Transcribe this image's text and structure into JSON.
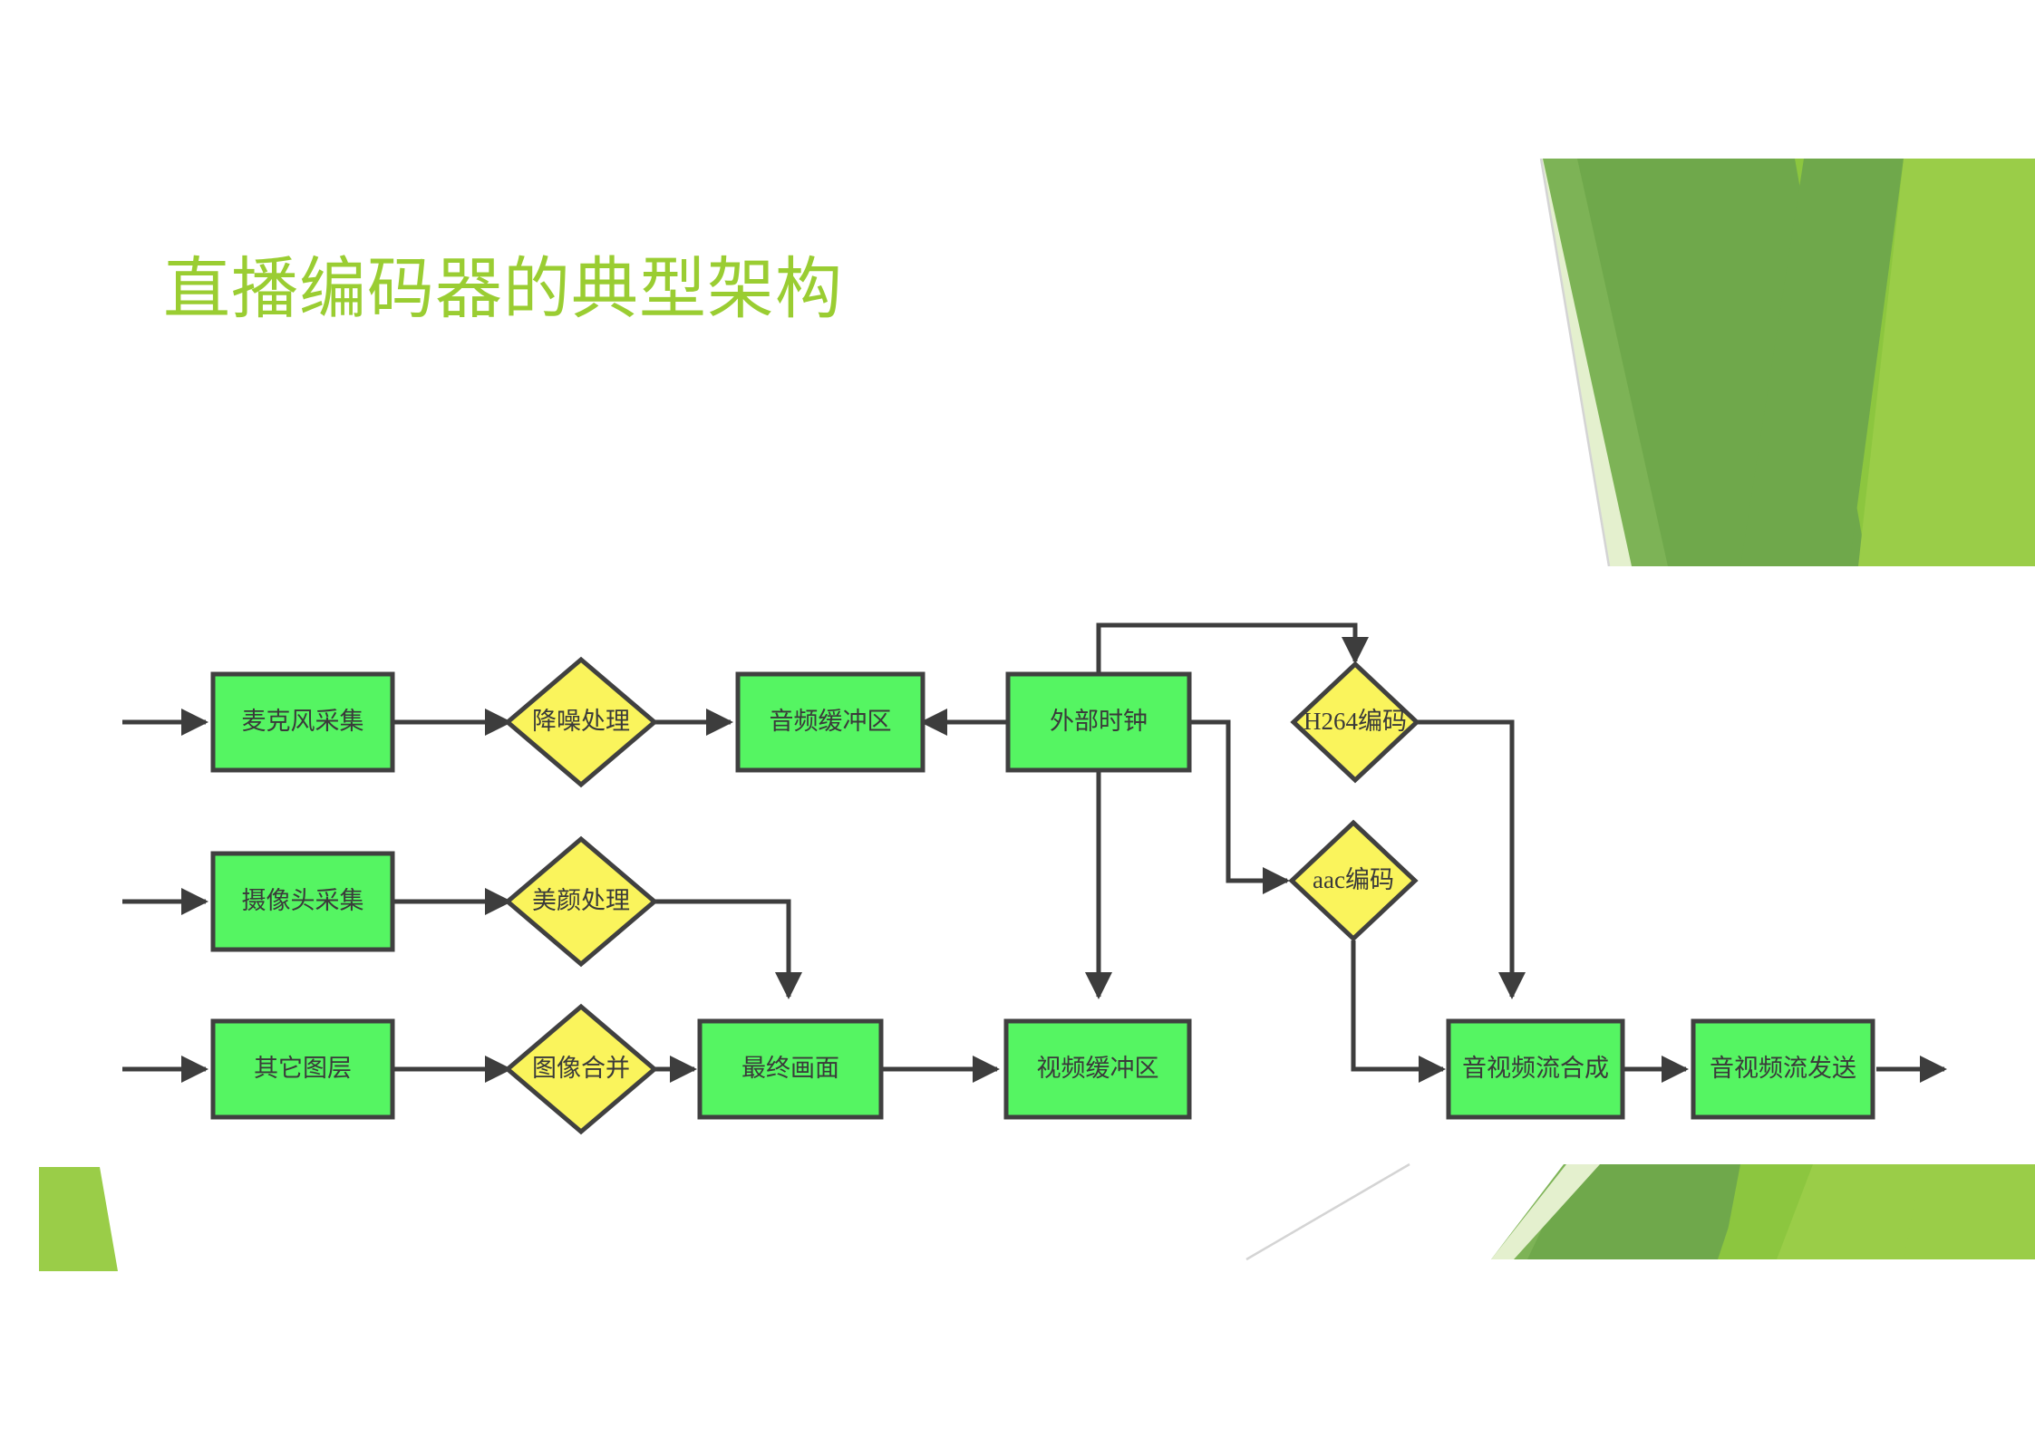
{
  "slide": {
    "title": "直播编码器的典型架构",
    "title_color": "#9ACD32",
    "background_color": "#ffffff"
  },
  "palette": {
    "process_fill": "#55F562",
    "decision_fill": "#FAF45C",
    "node_stroke": "#404040",
    "edge_stroke": "#3d3d3d",
    "deco_dark_green": "#6FA84B",
    "deco_mid_green": "#7DB356",
    "deco_light_green": "#8CC63F",
    "deco_bright_green": "#9ACD48",
    "deco_pale_green": "#E4F0CE",
    "deco_line_gray": "#d4d4d4"
  },
  "chart_data": {
    "type": "diagram",
    "title": "直播编码器的典型架构",
    "nodes": [
      {
        "id": "mic",
        "label": "麦克风采集",
        "shape": "rect",
        "row": 1,
        "col": 1
      },
      {
        "id": "denoise",
        "label": "降噪处理",
        "shape": "diamond",
        "row": 1,
        "col": 2
      },
      {
        "id": "audio_buf",
        "label": "音频缓冲区",
        "shape": "rect",
        "row": 1,
        "col": 3
      },
      {
        "id": "ext_clock",
        "label": "外部时钟",
        "shape": "rect",
        "row": 1,
        "col": 4
      },
      {
        "id": "h264",
        "label": "H264编码",
        "shape": "diamond",
        "row": 1,
        "col": 5
      },
      {
        "id": "camera",
        "label": "摄像头采集",
        "shape": "rect",
        "row": 2,
        "col": 1
      },
      {
        "id": "beauty",
        "label": "美颜处理",
        "shape": "diamond",
        "row": 2,
        "col": 2
      },
      {
        "id": "aac",
        "label": "aac编码",
        "shape": "diamond",
        "row": 2,
        "col": 5
      },
      {
        "id": "other_layer",
        "label": "其它图层",
        "shape": "rect",
        "row": 3,
        "col": 1
      },
      {
        "id": "img_merge",
        "label": "图像合并",
        "shape": "diamond",
        "row": 3,
        "col": 2
      },
      {
        "id": "final_frame",
        "label": "最终画面",
        "shape": "rect",
        "row": 3,
        "col": 3
      },
      {
        "id": "video_buf",
        "label": "视频缓冲区",
        "shape": "rect",
        "row": 3,
        "col": 4
      },
      {
        "id": "av_mux",
        "label": "音视频流合成",
        "shape": "rect",
        "row": 3,
        "col": 6
      },
      {
        "id": "av_send",
        "label": "音视频流发送",
        "shape": "rect",
        "row": 3,
        "col": 7
      }
    ],
    "edges": [
      {
        "from": "input_audio",
        "to": "mic",
        "style": "straight"
      },
      {
        "from": "mic",
        "to": "denoise",
        "style": "straight"
      },
      {
        "from": "denoise",
        "to": "audio_buf",
        "style": "straight"
      },
      {
        "from": "ext_clock",
        "to": "audio_buf",
        "style": "straight"
      },
      {
        "from": "ext_clock",
        "to": "h264",
        "style": "up-over-down"
      },
      {
        "from": "ext_clock",
        "to": "aac",
        "style": "right-down-right"
      },
      {
        "from": "ext_clock",
        "to": "video_buf",
        "style": "straight-down"
      },
      {
        "from": "h264",
        "to": "av_mux",
        "style": "right-down"
      },
      {
        "from": "aac",
        "to": "av_mux",
        "style": "down-right"
      },
      {
        "from": "input_video",
        "to": "camera",
        "style": "straight"
      },
      {
        "from": "camera",
        "to": "beauty",
        "style": "straight"
      },
      {
        "from": "beauty",
        "to": "final_frame",
        "style": "right-down"
      },
      {
        "from": "input_layer",
        "to": "other_layer",
        "style": "straight"
      },
      {
        "from": "other_layer",
        "to": "img_merge",
        "style": "straight"
      },
      {
        "from": "img_merge",
        "to": "final_frame",
        "style": "straight"
      },
      {
        "from": "final_frame",
        "to": "video_buf",
        "style": "straight"
      },
      {
        "from": "av_mux",
        "to": "av_send",
        "style": "straight"
      },
      {
        "from": "av_send",
        "to": "output",
        "style": "straight"
      }
    ],
    "labels": {
      "mic": "麦克风采集",
      "denoise": "降噪处理",
      "audio_buf": "音频缓冲区",
      "ext_clock": "外部时钟",
      "h264": "H264编码",
      "camera": "摄像头采集",
      "beauty": "美颜处理",
      "aac": "aac编码",
      "other_layer": "其它图层",
      "img_merge": "图像合并",
      "final_frame": "最终画面",
      "video_buf": "视频缓冲区",
      "av_mux": "音视频流合成",
      "av_send": "音视频流发送"
    }
  }
}
